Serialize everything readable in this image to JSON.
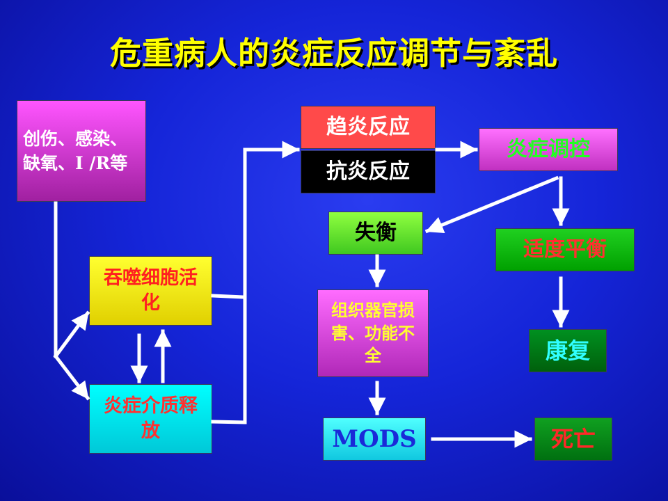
{
  "title": "危重病人的炎症反应调节与紊乱",
  "nodes": {
    "trauma": "创伤、感染、缺氧、I /R等",
    "phagocyte": "吞噬细胞活化",
    "mediator": "炎症介质释放",
    "pro_inflammatory": "趋炎反应",
    "anti_inflammatory": "抗炎反应",
    "inflammation_control": "炎症调控",
    "imbalance": "失衡",
    "moderate_balance": "适度平衡",
    "organ_damage": "组织器官损害、功能不全",
    "recovery": "康复",
    "mods": "MODS",
    "death": "死亡"
  },
  "colors": {
    "background": "#1525d8",
    "title": "#ffff00",
    "arrow": "#ffffff"
  }
}
